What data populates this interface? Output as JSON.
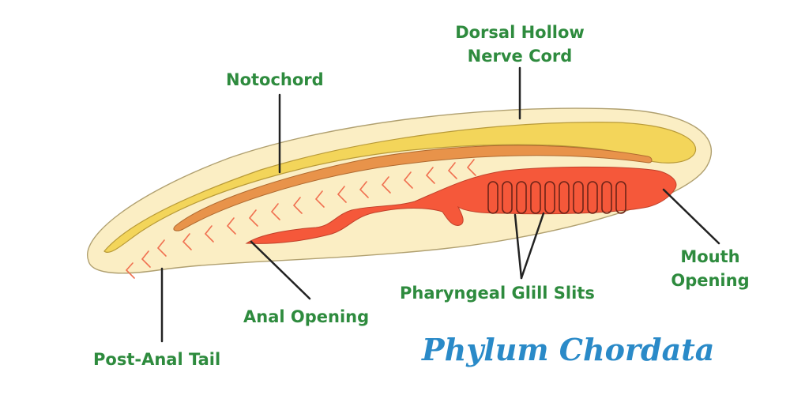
{
  "diagram": {
    "labels": {
      "nerve_cord_line1": "Dorsal Hollow",
      "nerve_cord_line2": "Nerve Cord",
      "notochord": "Notochord",
      "mouth_line1": "Mouth",
      "mouth_line2": "Opening",
      "gill_slits": "Pharyngeal Glill Slits",
      "anal_opening": "Anal Opening",
      "tail": "Post-Anal Tail"
    },
    "brand": "Phylum Chordata",
    "colors": {
      "label_text": "#2e8b3e",
      "brand_text": "#2a8ac8",
      "body_fill": "#fbeec4",
      "nerve_cord": "#f3d55a",
      "notochord": "#e8934a",
      "gut": "#f5583a",
      "muscle_marks": "#f07050",
      "outline": "#b0a070",
      "leader_line": "#222222"
    },
    "icons": [
      "chordate-body-illustration"
    ]
  }
}
